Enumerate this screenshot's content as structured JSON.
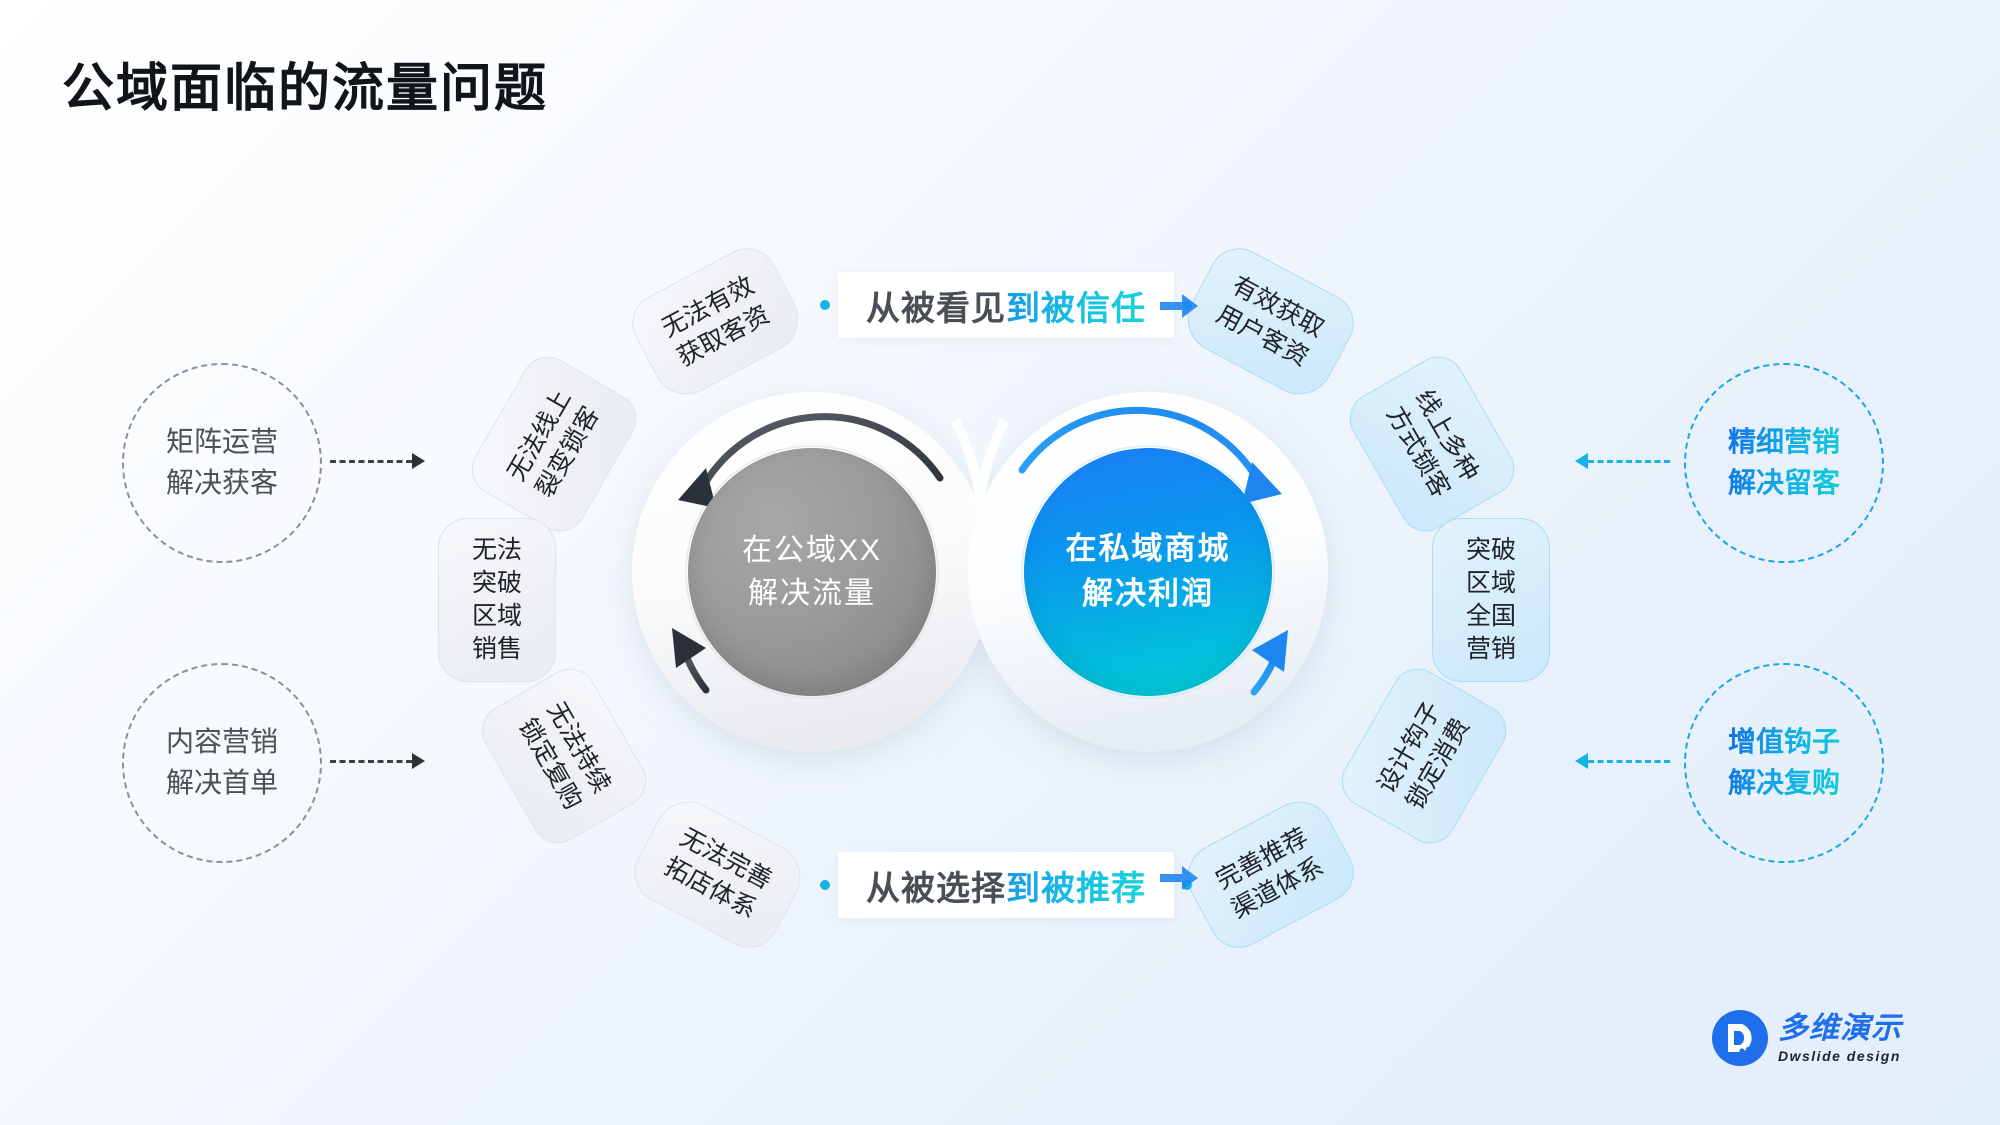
{
  "page": {
    "title": "公域面临的流量问题"
  },
  "center": {
    "left_circle": "在公域XX\n解决流量",
    "right_circle": "在私域商城\n解决利润",
    "left_color": "#8d8d8d",
    "right_color_start": "#1d7ff5",
    "right_color_end": "#03cfd6"
  },
  "banners": {
    "top": {
      "dark": "从被看见",
      "accent": "到被信任"
    },
    "bottom": {
      "dark": "从被选择",
      "accent": "到被推荐"
    }
  },
  "problem_petals": [
    {
      "id": "p1",
      "text": "无法有效\n获取客资"
    },
    {
      "id": "p2",
      "text": "无法线上\n裂变锁客"
    },
    {
      "id": "p3",
      "text": "无法\n突破\n区域\n销售"
    },
    {
      "id": "p4",
      "text": "无法持续\n锁定复购"
    },
    {
      "id": "p5",
      "text": "无法完善\n拓店体系"
    }
  ],
  "solution_petals": [
    {
      "id": "s1",
      "text": "有效获取\n用户客资"
    },
    {
      "id": "s2",
      "text": "线上多种\n方式锁客"
    },
    {
      "id": "s3",
      "text": "突破\n区域\n全国\n营销"
    },
    {
      "id": "s4",
      "text": "设计钩子\n锁定消费"
    },
    {
      "id": "s5",
      "text": "完善推荐\n渠道体系"
    }
  ],
  "left_bubbles": [
    {
      "id": "lb1",
      "text": "矩阵运营\n解决获客"
    },
    {
      "id": "lb2",
      "text": "内容营销\n解决首单"
    }
  ],
  "right_bubbles": [
    {
      "id": "rb1",
      "text": "精细营销\n解决留客"
    },
    {
      "id": "rb2",
      "text": "增值钩子\n解决复购"
    }
  ],
  "logo": {
    "cn": "多维演示",
    "en": "Dwslide  design",
    "mark": "D",
    "color": "#1f6fec"
  }
}
